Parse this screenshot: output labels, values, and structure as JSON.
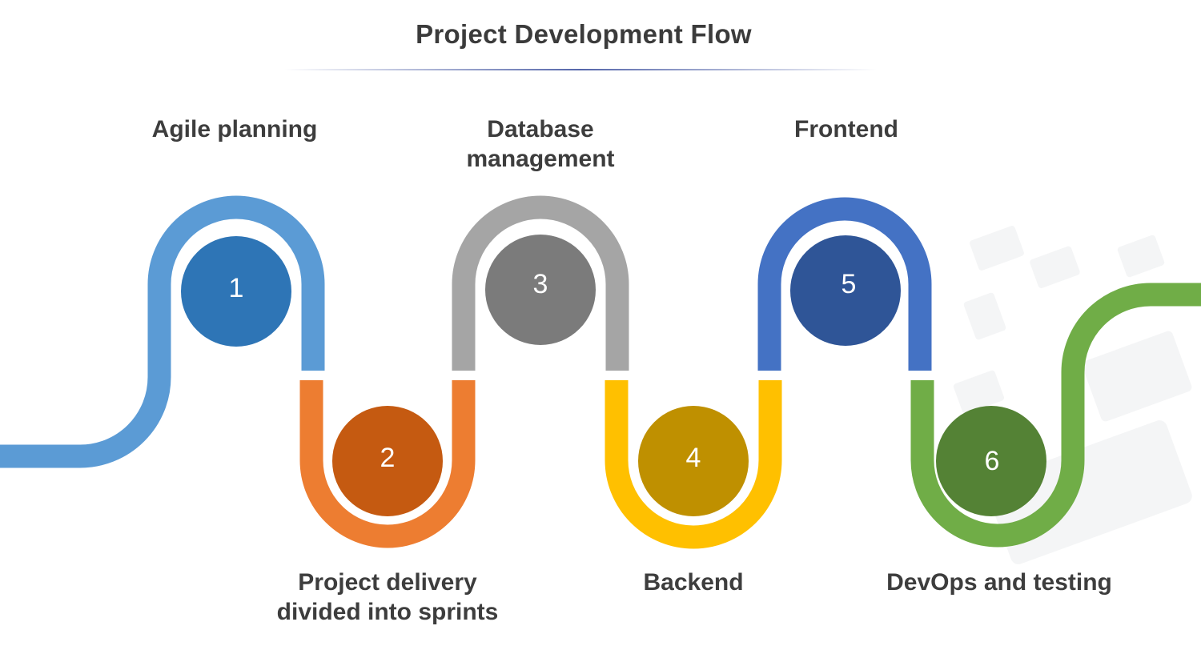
{
  "title": "Project Development Flow",
  "steps": [
    {
      "number": "1",
      "label_lines": [
        "Agile planning"
      ],
      "track_color": "#5b9bd5",
      "circle_color": "#2e75b6"
    },
    {
      "number": "2",
      "label_lines": [
        "Project delivery",
        "divided into sprints"
      ],
      "track_color": "#ed7d31",
      "circle_color": "#c55a11"
    },
    {
      "number": "3",
      "label_lines": [
        "Database",
        "management"
      ],
      "track_color": "#a5a5a5",
      "circle_color": "#7b7b7b"
    },
    {
      "number": "4",
      "label_lines": [
        "Backend"
      ],
      "track_color": "#ffc000",
      "circle_color": "#bf9000"
    },
    {
      "number": "5",
      "label_lines": [
        "Frontend"
      ],
      "track_color": "#4472c4",
      "circle_color": "#2f5597"
    },
    {
      "number": "6",
      "label_lines": [
        "DevOps and testing"
      ],
      "track_color": "#70ad47",
      "circle_color": "#548235"
    }
  ]
}
